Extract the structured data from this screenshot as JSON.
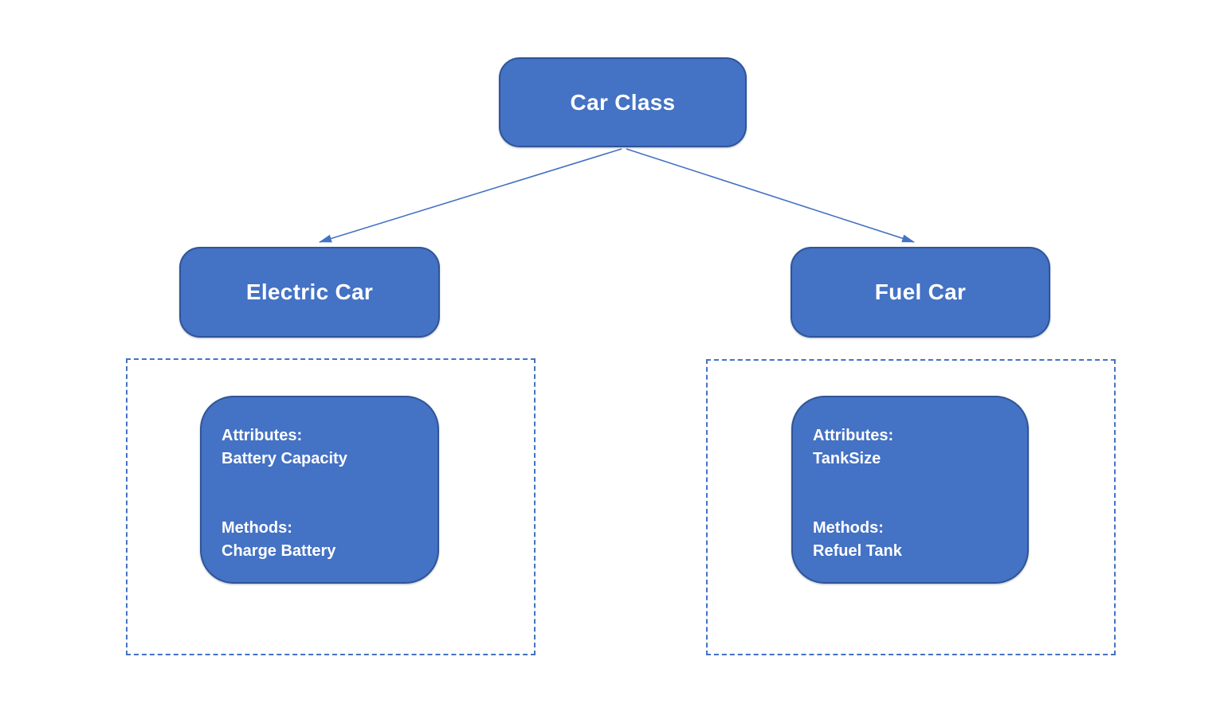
{
  "diagram": {
    "root": {
      "label": "Car Class"
    },
    "children": [
      {
        "label": "Electric Car",
        "attributes_heading": "Attributes:",
        "attributes": "Battery Capacity",
        "methods_heading": "Methods:",
        "methods": "Charge Battery"
      },
      {
        "label": "Fuel Car",
        "attributes_heading": "Attributes:",
        "attributes": "TankSize",
        "methods_heading": "Methods:",
        "methods": "Refuel Tank"
      }
    ],
    "colors": {
      "node_fill": "#4472c4",
      "node_border": "#2f5597",
      "connector": "#4472c4",
      "group_dashed_border": "#4472c4",
      "text": "#ffffff",
      "background": "#ffffff"
    }
  }
}
